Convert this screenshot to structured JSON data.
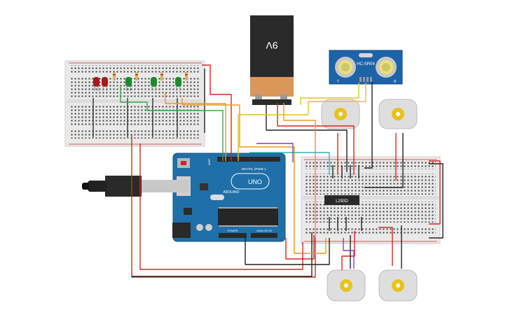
{
  "battery": {
    "label": "9V"
  },
  "sensor": {
    "label": "HC-SR04",
    "pin_labels": [
      "T",
      "R"
    ]
  },
  "arduino": {
    "brand": "ARDUINO",
    "model": "UNO",
    "header_digital": "DIGITAL (PWM~)",
    "header_power": "POWER",
    "header_analog": "ANALOG IN",
    "aref": "AREF"
  },
  "driver": {
    "label": "L293D"
  },
  "colors": {
    "board": "#1f6fa8",
    "breadboard": "#ececec",
    "wire_red": "#d7261e",
    "wire_black": "#222222",
    "wire_orange": "#e59a1c",
    "wire_green": "#3aa64a",
    "wire_yellow": "#e8c21a",
    "wire_purple": "#8d3bb5",
    "wire_teal": "#2fb3b0"
  },
  "icons": {
    "leds": "led-icon",
    "motors": "dc-motor-icon",
    "usb": "usb-cable-icon"
  }
}
